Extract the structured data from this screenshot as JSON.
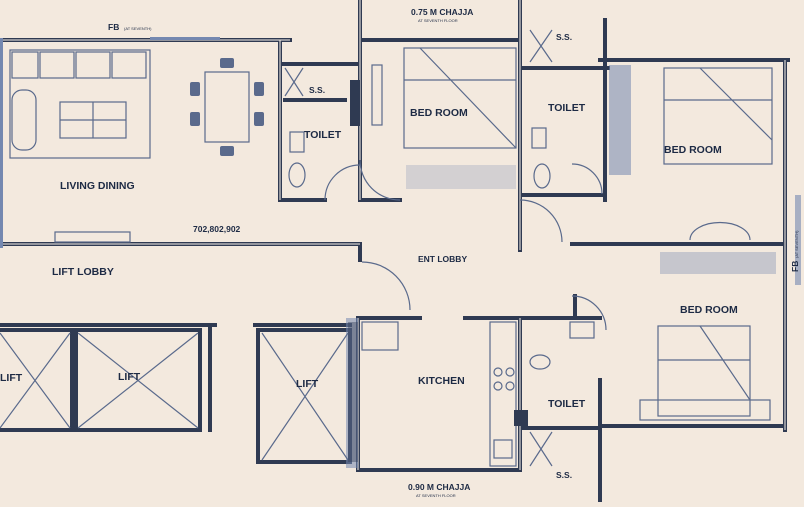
{
  "colors": {
    "background": "#f3e9de",
    "wall": "#2f3a52",
    "wall_inner": "#f8f2ea",
    "accent_blue": "#7488b0",
    "furniture": "#5a6a8c"
  },
  "rooms": {
    "living_dining": "LIVING DINING",
    "lift_lobby": "LIFT LOBBY",
    "ent_lobby": "ENT LOBBY",
    "kitchen": "KITCHEN",
    "bed_room_1": "BED ROOM",
    "bed_room_2": "BED ROOM",
    "bed_room_3": "BED ROOM",
    "toilet_1": "TOILET",
    "toilet_2": "TOILET",
    "toilet_3": "TOILET",
    "ss_1": "S.S.",
    "ss_2": "S.S.",
    "ss_3": "S.S.",
    "lift_1": "LIFT",
    "lift_2": "LIFT",
    "lift_3": "LIFT"
  },
  "annotations": {
    "chajja_top": "0.75 M CHAJJA",
    "chajja_top_sub": "AT SEVENTH FLOOR",
    "chajja_bottom": "0.90 M CHAJJA",
    "chajja_bottom_sub": "AT SEVENTH FLOOR",
    "fb_top": "FB",
    "fb_top_sub": "(AT SEVENTH)",
    "fb_right": "FB",
    "fb_right_sub": "(AT SEVENTH)",
    "unit_numbers": "702,802,902"
  }
}
